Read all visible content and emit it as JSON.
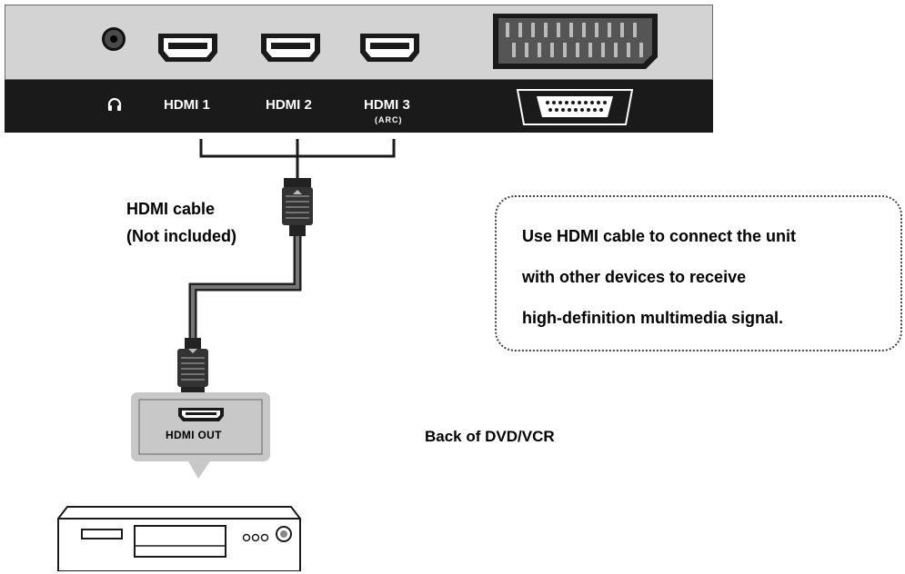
{
  "panel": {
    "headphone_icon": "headphone-icon",
    "ports": [
      {
        "label": "HDMI 1",
        "sub": ""
      },
      {
        "label": "HDMI 2",
        "sub": ""
      },
      {
        "label": "HDMI 3",
        "sub": "(ARC)"
      }
    ]
  },
  "cable": {
    "line1": "HDMI cable",
    "line2": "(Not included)"
  },
  "info": {
    "line1": "Use HDMI cable to connect the unit",
    "line2": "with other devices to receive",
    "line3": "high-definition multimedia signal."
  },
  "device": {
    "out_label": "HDMI OUT",
    "back_label": "Back of DVD/VCR"
  },
  "colors": {
    "panel": "#d3d3d3",
    "bar": "#1a1a1a",
    "cable": "#4a4a4a",
    "callout": "#c8c8c8"
  }
}
